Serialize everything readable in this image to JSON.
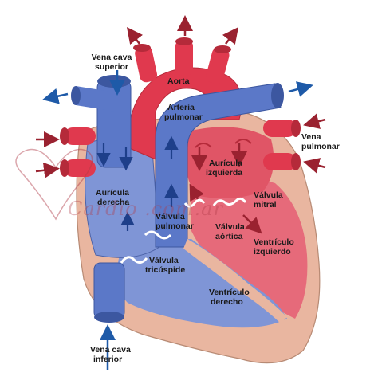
{
  "labels": {
    "vena_cava_superior": [
      "Vena cava",
      "superior"
    ],
    "aorta": "Aorta",
    "arteria_pulmonar": [
      "Arteria",
      "pulmonar"
    ],
    "vena_pulmonar": [
      "Vena",
      "pulmonar"
    ],
    "auricula_izquierda": [
      "Aurícula",
      "izquierda"
    ],
    "auricula_derecha": [
      "Aurícula",
      "derecha"
    ],
    "valvula_mitral": [
      "Válvula",
      "mitral"
    ],
    "valvula_pulmonar": [
      "Válvula",
      "pulmonar"
    ],
    "valvula_aortica": [
      "Válvula",
      "aórtica"
    ],
    "ventriculo_izquierdo": [
      "Ventrículo",
      "izquierdo"
    ],
    "valvula_tricuspide": [
      "Válvula",
      "tricúspide"
    ],
    "ventriculo_derecho": [
      "Ventrículo",
      "derecho"
    ],
    "vena_cava_inferior": [
      "Vena cava",
      "inferior"
    ]
  },
  "watermark": "Cardio               .com.ar",
  "colors": {
    "oxygenated": "#e0394e",
    "deoxygenated": "#5b78c8",
    "arrow_red": "#9a2230",
    "arrow_blue": "#1e5aa8",
    "muscle": "#e9b6a0"
  }
}
